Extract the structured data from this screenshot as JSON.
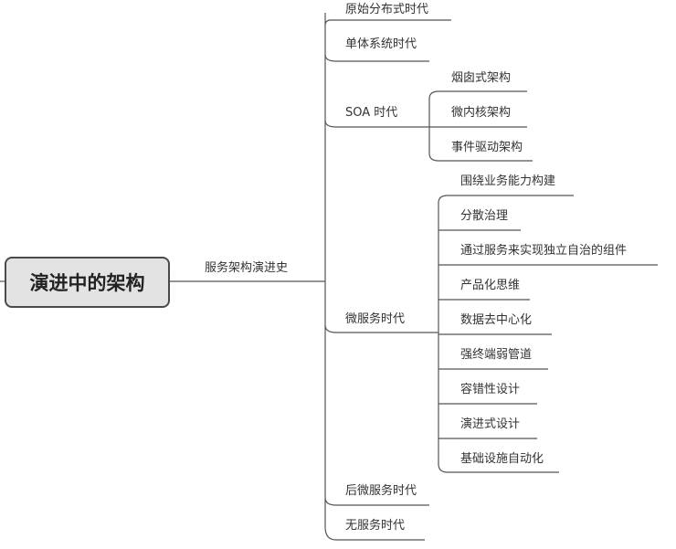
{
  "root": {
    "label": "演进中的架构"
  },
  "branch": {
    "label": "服务架构演进史"
  },
  "eras": [
    {
      "label": "原始分布式时代"
    },
    {
      "label": "单体系统时代"
    },
    {
      "label": "SOA 时代",
      "children": [
        "烟囱式架构",
        "微内核架构",
        "事件驱动架构"
      ]
    },
    {
      "label": "微服务时代",
      "children": [
        "围绕业务能力构建",
        "分散治理",
        "通过服务来实现独立自治的组件",
        "产品化思维",
        "数据去中心化",
        "强终端弱管道",
        "容错性设计",
        "演进式设计",
        "基础设施自动化"
      ]
    },
    {
      "label": "后微服务时代"
    },
    {
      "label": "无服务时代"
    }
  ]
}
